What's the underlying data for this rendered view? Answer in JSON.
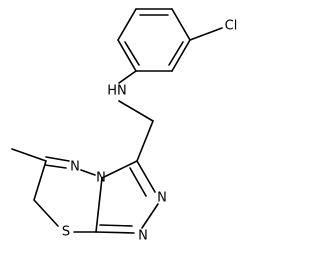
{
  "molecule": {
    "atoms": {
      "cl": "Cl",
      "hn": "HN",
      "n1": "N",
      "n2": "N",
      "n3": "N",
      "n4": "N",
      "s": "S"
    }
  }
}
